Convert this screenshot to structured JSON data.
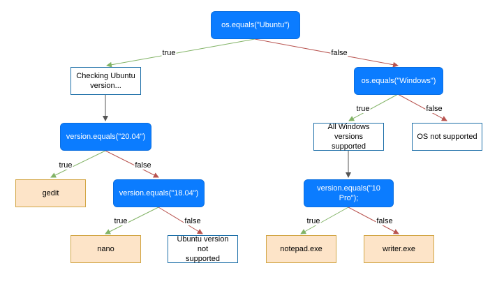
{
  "colors": {
    "decision_fill": "#0b7cff",
    "process_border": "#1d6fa8",
    "result_fill": "#fde4c8",
    "result_border": "#d2a645",
    "true_edge": "#82b366",
    "false_edge": "#b85450",
    "plain_edge": "#555555"
  },
  "nodes": {
    "os_ubuntu": "os.equals(\"Ubuntu\")",
    "check_ubuntu": "Checking Ubuntu\nversion...",
    "os_windows": "os.equals(\"Windows\")",
    "ver_2004": "version.equals(\"20.04\")",
    "all_windows": "All Windows\nversions supported",
    "os_not_supported": "OS not supported",
    "gedit": "gedit",
    "ver_1804": "version.equals(\"18.04\")",
    "ver_10pro": "version.equals(\"10 Pro\");",
    "nano": "nano",
    "ubuntu_not_supported": "Ubuntu version not\nsupported",
    "notepad": "notepad.exe",
    "writer": "writer.exe"
  },
  "edge_labels": {
    "true": "true",
    "false": "false"
  }
}
